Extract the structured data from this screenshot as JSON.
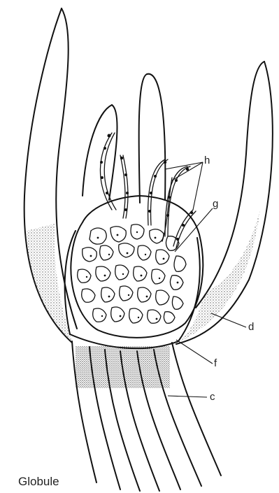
{
  "figure": {
    "caption": "Globule",
    "labels": {
      "h": "h",
      "g": "g",
      "d": "d",
      "f": "f",
      "c": "c"
    }
  }
}
